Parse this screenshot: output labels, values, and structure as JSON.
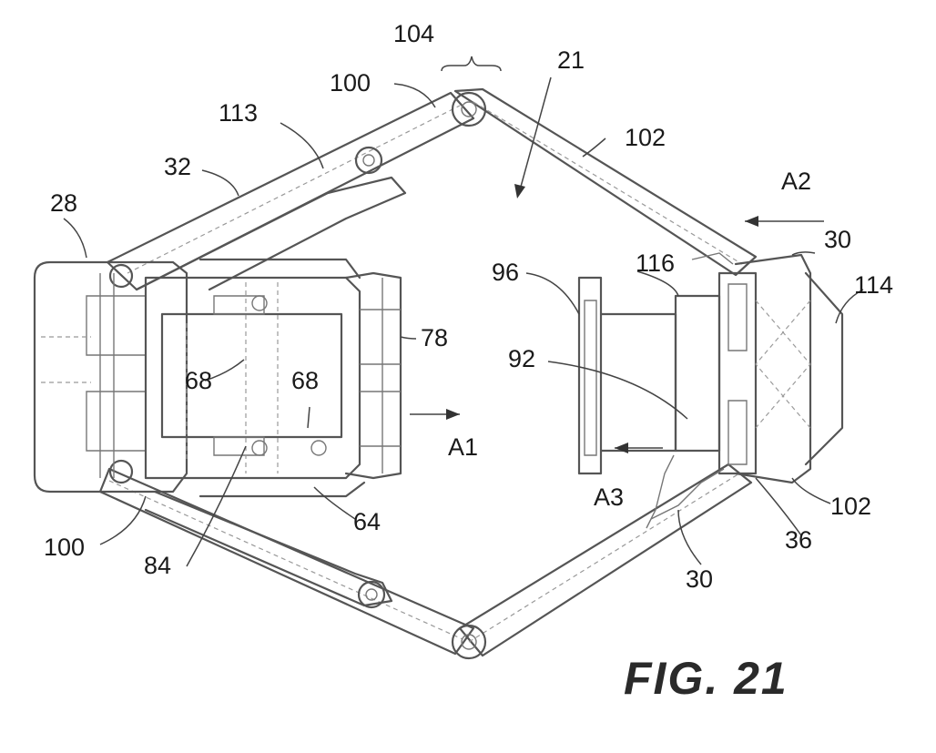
{
  "figure": {
    "caption": "FIG. 21",
    "labels": {
      "l104": "104",
      "l21": "21",
      "l100_top": "100",
      "l102_top": "102",
      "l113": "113",
      "l32": "32",
      "l28": "28",
      "lA2": "A2",
      "l30_right": "30",
      "l96": "96",
      "l116": "116",
      "l114": "114",
      "l78": "78",
      "l92": "92",
      "l68_left": "68",
      "l68_right": "68",
      "lA1": "A1",
      "lA3": "A3",
      "l100_bottom": "100",
      "l64": "64",
      "l102_bottom": "102",
      "l36": "36",
      "l84": "84",
      "l30_bottom": "30"
    }
  }
}
